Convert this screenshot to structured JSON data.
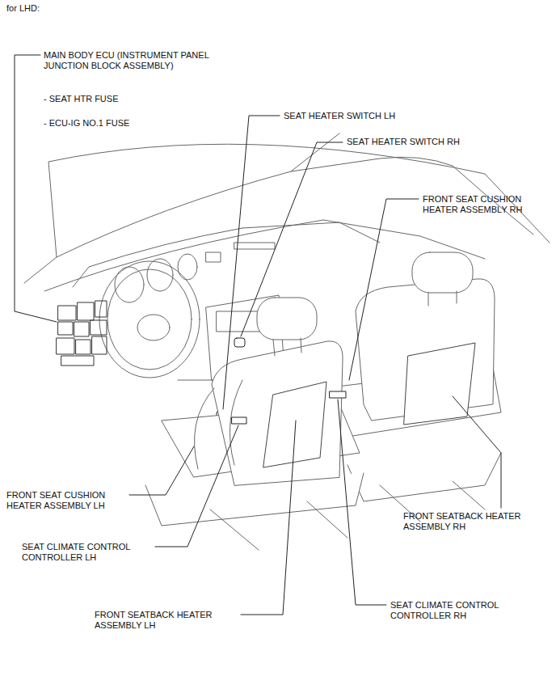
{
  "diagram": {
    "title": "for LHD:",
    "labels": [
      "MAIN BODY ECU (INSTRUMENT PANEL JUNCTION BLOCK ASSEMBLY)",
      "- SEAT HTR FUSE",
      "- ECU-IG NO.1 FUSE",
      "SEAT HEATER SWITCH LH",
      "SEAT HEATER SWITCH RH",
      "FRONT SEAT CUSHION HEATER ASSEMBLY RH",
      "FRONT SEAT CUSHION HEATER ASSEMBLY LH",
      "SEAT CLIMATE CONTROL CONTROLLER LH",
      "FRONT SEATBACK HEATER ASSEMBLY RH",
      "FRONT SEATBACK HEATER ASSEMBLY LH",
      "SEAT CLIMATE CONTROL CONTROLLER RH"
    ]
  }
}
